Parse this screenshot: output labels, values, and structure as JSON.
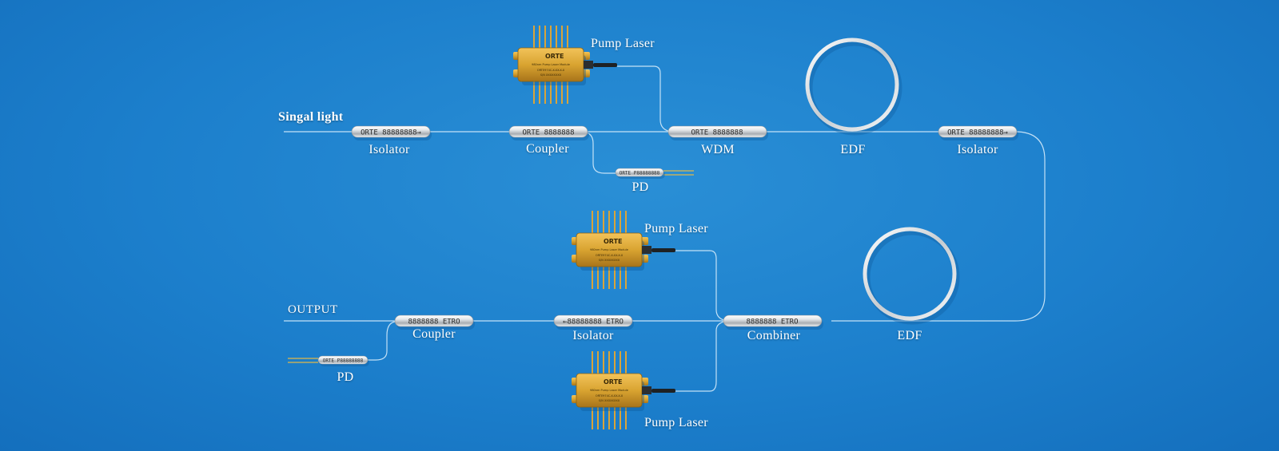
{
  "labels": {
    "signal_light": "Singal light",
    "output": "OUTPUT",
    "isolator_1": "Isolator",
    "coupler_1": "Coupler",
    "wdm": "WDM",
    "edf_1": "EDF",
    "isolator_2": "Isolator",
    "pd_1": "PD",
    "pump_laser_1": "Pump Laser",
    "pump_laser_2": "Pump Laser",
    "pump_laser_3": "Pump Laser",
    "coupler_2": "Coupler",
    "isolator_3": "Isolator",
    "combiner": "Combiner",
    "edf_2": "EDF",
    "pd_2": "PD"
  },
  "device_text": {
    "isolator_1": "ORTE 88888888→",
    "coupler_1": "ORTE 8888888",
    "wdm": "ORTE 8888888",
    "isolator_2": "ORTE 88888888→",
    "pd_1": "ORTE P88888888",
    "coupler_2": "8888888 ETRO",
    "isolator_3": "←88888888 ETRO",
    "combiner": "8888888 ETRO",
    "pd_2": "ORTE P88888888",
    "pump_brand": "ORTE",
    "pump_model": "980nm Pump Laser Module",
    "pump_part": "ORTE974C-X-XX-X-X",
    "pump_serial": "S/N XXXXXXXX"
  },
  "colors": {
    "background": "#1c7fcc",
    "fiber": "#d6ecfb",
    "device_metal": "#cfd3d6",
    "pump_gold": "#d9a431",
    "edf_ring": "#e8ecee",
    "label_text": "#ffffff"
  }
}
